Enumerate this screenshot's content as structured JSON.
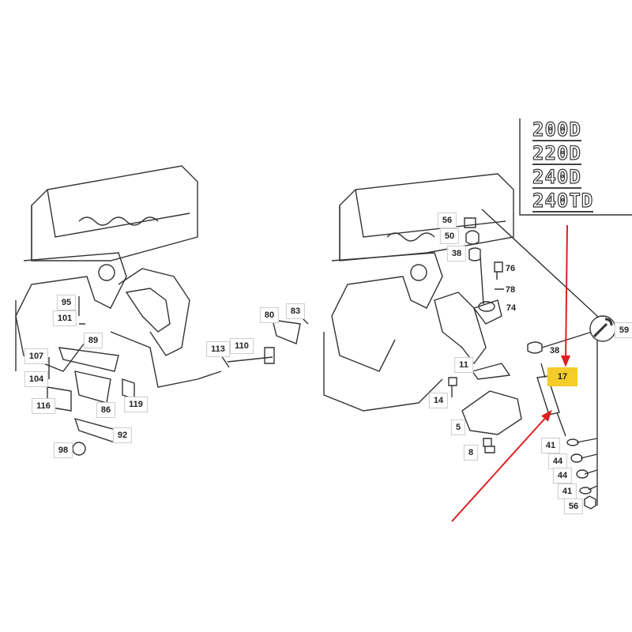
{
  "badges": [
    "200D",
    "220D",
    "240D",
    "240TD"
  ],
  "callouts": {
    "l95": "95",
    "l101": "101",
    "l89": "89",
    "l107": "107",
    "l104": "104",
    "l116": "116",
    "l86": "86",
    "l119": "119",
    "l92": "92",
    "l98": "98",
    "l80": "80",
    "l83": "83",
    "l113": "113",
    "l110": "110",
    "r56a": "56",
    "r50": "50",
    "r38a": "38",
    "r76": "76",
    "r78": "78",
    "r74": "74",
    "r59": "59",
    "r38b": "38",
    "r11": "11",
    "r17": "17",
    "r14": "14",
    "r5": "5",
    "r8": "8",
    "r41a": "41",
    "r44a": "44",
    "r44b": "44",
    "r41b": "41",
    "r56b": "56"
  },
  "colors": {
    "highlight": "#f5cc2a",
    "arrow": "#e02020"
  }
}
